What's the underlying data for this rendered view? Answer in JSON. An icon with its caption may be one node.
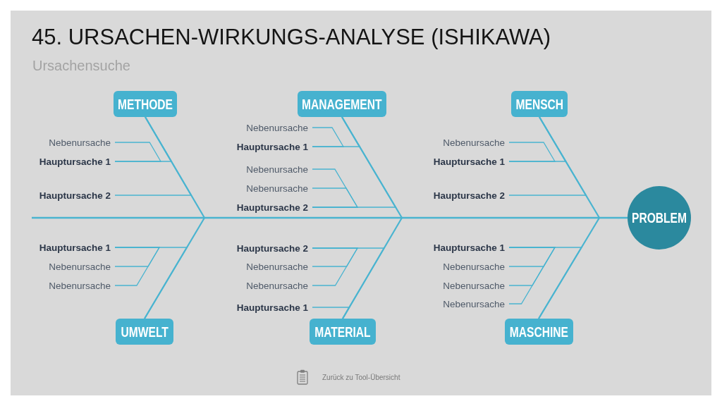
{
  "diagram": {
    "title": "45. URSACHEN-WIRKUNGS-ANALYSE (ISHIKAWA)",
    "nodes": [
      {
        "text": [
          "METHODE"
        ]
      },
      {
        "text": [
          "Nebenursache"
        ]
      },
      {
        "text": [
          "Hauptursache 1"
        ]
      },
      {
        "text": [
          "Hauptursache 2"
        ]
      },
      {
        "text": [
          "MANAGEMENT"
        ]
      },
      {
        "text": [
          "Nebenursache"
        ]
      },
      {
        "text": [
          "Hauptursache 1"
        ]
      },
      {
        "text": [
          "Nebenursache"
        ]
      },
      {
        "text": [
          "Nebenursache"
        ]
      },
      {
        "text": [
          "Hauptursache 2"
        ]
      },
      {
        "text": [
          "MENSCH"
        ]
      },
      {
        "text": [
          "Nebenursache"
        ]
      },
      {
        "text": [
          "Hauptursache 1"
        ]
      },
      {
        "text": [
          "Hauptursache 2"
        ]
      },
      {
        "text": [
          "PROBLEM"
        ]
      },
      {
        "text": [
          "Hauptursache 1"
        ]
      },
      {
        "text": [
          "Nebenursache"
        ]
      },
      {
        "text": [
          "Nebenursache"
        ]
      },
      {
        "text": [
          "UMWELT"
        ]
      },
      {
        "text": [
          "Hauptursache 2"
        ]
      },
      {
        "text": [
          "Nebenursache"
        ]
      },
      {
        "text": [
          "Nebenursache"
        ]
      },
      {
        "text": [
          "Hauptursache 1"
        ]
      },
      {
        "text": [
          "MATERIAL"
        ]
      },
      {
        "text": [
          "Hauptursache 1"
        ]
      },
      {
        "text": [
          "Nebenursache"
        ]
      },
      {
        "text": [
          "Nebenursache"
        ]
      },
      {
        "text": [
          "Nebenursache"
        ]
      },
      {
        "text": [
          "MASCHINE"
        ]
      }
    ],
    "edges": [
      {
        "from": null,
        "to": 14,
        "arrow": "none"
      },
      {
        "from": 0,
        "to": 14,
        "arrow": "none"
      },
      {
        "from": 4,
        "to": 14,
        "arrow": "none"
      },
      {
        "from": 10,
        "to": 14,
        "arrow": "none"
      },
      {
        "from": 18,
        "to": 14,
        "arrow": "none"
      },
      {
        "from": 23,
        "to": 14,
        "arrow": "none"
      },
      {
        "from": 28,
        "to": 14,
        "arrow": "none"
      },
      {
        "from": 1,
        "to": 2,
        "arrow": "none"
      },
      {
        "from": 2,
        "to": 0,
        "arrow": "none"
      },
      {
        "from": 3,
        "to": 0,
        "arrow": "none"
      },
      {
        "from": 5,
        "to": 6,
        "arrow": "none"
      },
      {
        "from": 6,
        "to": 4,
        "arrow": "none"
      },
      {
        "from": 7,
        "to": 9,
        "arrow": "none"
      },
      {
        "from": 8,
        "to": 9,
        "arrow": "none"
      },
      {
        "from": 9,
        "to": 4,
        "arrow": "none"
      },
      {
        "from": 11,
        "to": 12,
        "arrow": "none"
      },
      {
        "from": 12,
        "to": 10,
        "arrow": "none"
      },
      {
        "from": 13,
        "to": 10,
        "arrow": "none"
      },
      {
        "from": 16,
        "to": 15,
        "arrow": "none"
      },
      {
        "from": 17,
        "to": 15,
        "arrow": "none"
      },
      {
        "from": 15,
        "to": 18,
        "arrow": "none"
      },
      {
        "from": 20,
        "to": 19,
        "arrow": "none"
      },
      {
        "from": 21,
        "to": 19,
        "arrow": "none"
      },
      {
        "from": 19,
        "to": 23,
        "arrow": "none"
      },
      {
        "from": 22,
        "to": 23,
        "arrow": "none"
      },
      {
        "from": 25,
        "to": 24,
        "arrow": "none"
      },
      {
        "from": 26,
        "to": 24,
        "arrow": "none"
      },
      {
        "from": 27,
        "to": 24,
        "arrow": "none"
      },
      {
        "from": 24,
        "to": 28,
        "arrow": "none"
      }
    ],
    "labels": [
      "Ursachensuche",
      "Zurück zu Tool-Übersicht"
    ]
  }
}
